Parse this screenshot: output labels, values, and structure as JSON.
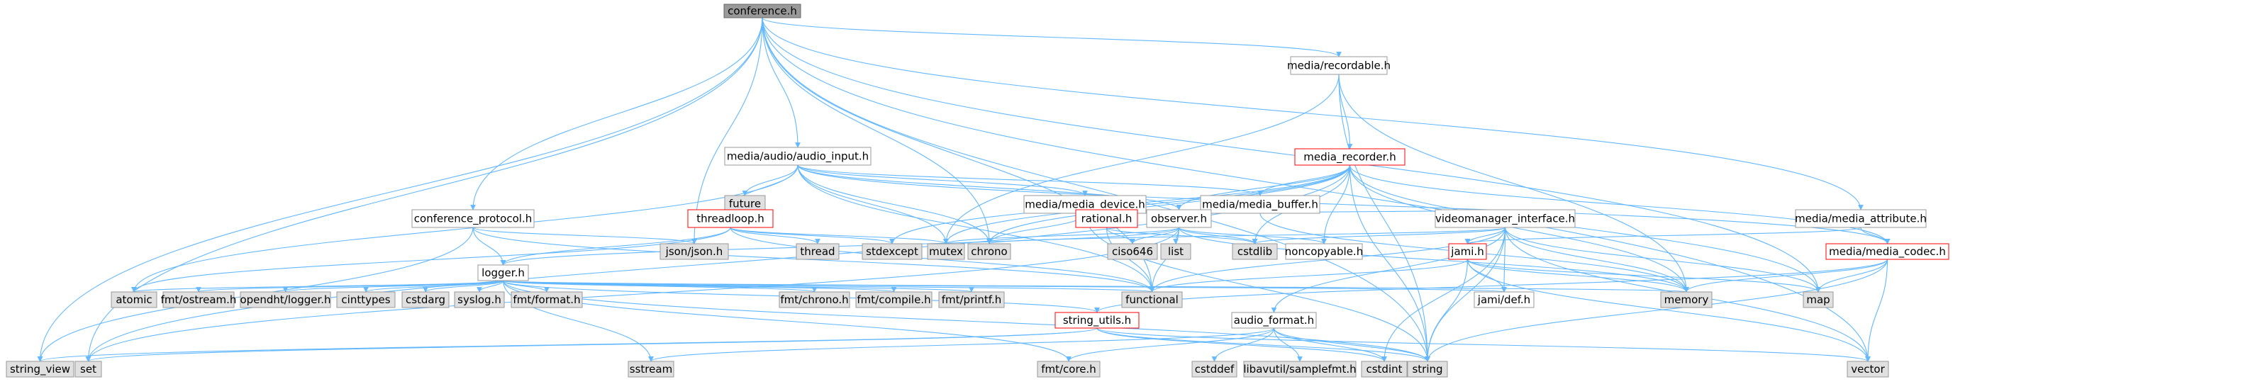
{
  "diagram": {
    "colors": {
      "edge": "#63b8ff",
      "node_fill": "#ffffff",
      "node_border": "#999999",
      "root_fill": "#999999",
      "root_border": "#666666",
      "highlight_border": "#ff0000",
      "external_fill": "#e0e0e0",
      "external_border": "#999999"
    },
    "nodes": [
      {
        "id": "n_conference_h",
        "label": "conference.h",
        "kind": "root"
      },
      {
        "id": "n_media_recordable",
        "label": "media/recordable.h",
        "kind": "file"
      },
      {
        "id": "n_audio_input",
        "label": "media/audio/audio_input.h",
        "kind": "file"
      },
      {
        "id": "n_media_recorder",
        "label": "media_recorder.h",
        "kind": "highlight"
      },
      {
        "id": "n_future",
        "label": "future",
        "kind": "external"
      },
      {
        "id": "n_media_device",
        "label": "media/media_device.h",
        "kind": "file"
      },
      {
        "id": "n_media_buffer",
        "label": "media/media_buffer.h",
        "kind": "file"
      },
      {
        "id": "n_conference_protocol",
        "label": "conference_protocol.h",
        "kind": "file"
      },
      {
        "id": "n_threadloop",
        "label": "threadloop.h",
        "kind": "highlight"
      },
      {
        "id": "n_rational",
        "label": "rational.h",
        "kind": "highlight"
      },
      {
        "id": "n_observer",
        "label": "observer.h",
        "kind": "file"
      },
      {
        "id": "n_videomanager",
        "label": "videomanager_interface.h",
        "kind": "file"
      },
      {
        "id": "n_media_attribute",
        "label": "media/media_attribute.h",
        "kind": "file"
      },
      {
        "id": "n_json",
        "label": "json/json.h",
        "kind": "external"
      },
      {
        "id": "n_thread",
        "label": "thread",
        "kind": "external"
      },
      {
        "id": "n_stdexcept",
        "label": "stdexcept",
        "kind": "external"
      },
      {
        "id": "n_mutex",
        "label": "mutex",
        "kind": "external"
      },
      {
        "id": "n_chrono",
        "label": "chrono",
        "kind": "external"
      },
      {
        "id": "n_ciso646",
        "label": "ciso646",
        "kind": "external"
      },
      {
        "id": "n_list",
        "label": "list",
        "kind": "external"
      },
      {
        "id": "n_cstdlib",
        "label": "cstdlib",
        "kind": "external"
      },
      {
        "id": "n_noncopyable",
        "label": "noncopyable.h",
        "kind": "file"
      },
      {
        "id": "n_jami",
        "label": "jami.h",
        "kind": "highlight"
      },
      {
        "id": "n_media_codec",
        "label": "media/media_codec.h",
        "kind": "highlight"
      },
      {
        "id": "n_logger",
        "label": "logger.h",
        "kind": "file"
      },
      {
        "id": "n_atomic",
        "label": "atomic",
        "kind": "external"
      },
      {
        "id": "n_fmt_ostream",
        "label": "fmt/ostream.h",
        "kind": "external"
      },
      {
        "id": "n_opendht_logger",
        "label": "opendht/logger.h",
        "kind": "external"
      },
      {
        "id": "n_cinttypes",
        "label": "cinttypes",
        "kind": "external"
      },
      {
        "id": "n_cstdarg",
        "label": "cstdarg",
        "kind": "external"
      },
      {
        "id": "n_syslog",
        "label": "syslog.h",
        "kind": "external"
      },
      {
        "id": "n_fmt_format",
        "label": "fmt/format.h",
        "kind": "external"
      },
      {
        "id": "n_fmt_chrono",
        "label": "fmt/chrono.h",
        "kind": "external"
      },
      {
        "id": "n_fmt_compile",
        "label": "fmt/compile.h",
        "kind": "external"
      },
      {
        "id": "n_fmt_printf",
        "label": "fmt/printf.h",
        "kind": "external"
      },
      {
        "id": "n_functional",
        "label": "functional",
        "kind": "external"
      },
      {
        "id": "n_jami_def",
        "label": "jami/def.h",
        "kind": "file"
      },
      {
        "id": "n_memory",
        "label": "memory",
        "kind": "external"
      },
      {
        "id": "n_map",
        "label": "map",
        "kind": "external"
      },
      {
        "id": "n_string_utils",
        "label": "string_utils.h",
        "kind": "highlight"
      },
      {
        "id": "n_audio_format",
        "label": "audio_format.h",
        "kind": "file"
      },
      {
        "id": "n_string_view",
        "label": "string_view",
        "kind": "external"
      },
      {
        "id": "n_set",
        "label": "set",
        "kind": "external"
      },
      {
        "id": "n_sstream",
        "label": "sstream",
        "kind": "external"
      },
      {
        "id": "n_fmt_core",
        "label": "fmt/core.h",
        "kind": "external"
      },
      {
        "id": "n_cstddef",
        "label": "cstddef",
        "kind": "external"
      },
      {
        "id": "n_libavutil",
        "label": "libavutil/samplefmt.h",
        "kind": "external"
      },
      {
        "id": "n_cstdint",
        "label": "cstdint",
        "kind": "external"
      },
      {
        "id": "n_string",
        "label": "string",
        "kind": "external"
      },
      {
        "id": "n_vector",
        "label": "vector",
        "kind": "external"
      }
    ],
    "edges": [
      [
        "n_conference_h",
        "n_media_recordable"
      ],
      [
        "n_conference_h",
        "n_audio_input"
      ],
      [
        "n_conference_h",
        "n_conference_protocol"
      ],
      [
        "n_conference_h",
        "n_media_attribute"
      ],
      [
        "n_conference_h",
        "n_json"
      ],
      [
        "n_conference_h",
        "n_chrono"
      ],
      [
        "n_conference_h",
        "n_functional"
      ],
      [
        "n_conference_h",
        "n_map"
      ],
      [
        "n_conference_h",
        "n_string"
      ],
      [
        "n_conference_h",
        "n_vector"
      ],
      [
        "n_conference_h",
        "n_string_view"
      ],
      [
        "n_conference_h",
        "n_set"
      ],
      [
        "n_media_recordable",
        "n_media_recorder"
      ],
      [
        "n_media_recordable",
        "n_string"
      ],
      [
        "n_media_recordable",
        "n_memory"
      ],
      [
        "n_media_recordable",
        "n_mutex"
      ],
      [
        "n_audio_input",
        "n_future"
      ],
      [
        "n_audio_input",
        "n_media_device"
      ],
      [
        "n_audio_input",
        "n_media_buffer"
      ],
      [
        "n_audio_input",
        "n_threadloop"
      ],
      [
        "n_audio_input",
        "n_observer"
      ],
      [
        "n_audio_input",
        "n_mutex"
      ],
      [
        "n_audio_input",
        "n_chrono"
      ],
      [
        "n_audio_input",
        "n_atomic"
      ],
      [
        "n_audio_input",
        "n_functional"
      ],
      [
        "n_audio_input",
        "n_media_codec"
      ],
      [
        "n_media_recorder",
        "n_media_buffer"
      ],
      [
        "n_media_recorder",
        "n_observer"
      ],
      [
        "n_media_recorder",
        "n_noncopyable"
      ],
      [
        "n_media_recorder",
        "n_stdexcept"
      ],
      [
        "n_media_recorder",
        "n_mutex"
      ],
      [
        "n_media_recorder",
        "n_string"
      ],
      [
        "n_media_recorder",
        "n_memory"
      ],
      [
        "n_media_recorder",
        "n_map"
      ],
      [
        "n_media_recorder",
        "n_set"
      ],
      [
        "n_media_recorder",
        "n_chrono"
      ],
      [
        "n_media_recorder",
        "n_cstdlib"
      ],
      [
        "n_media_recorder",
        "n_media_codec"
      ],
      [
        "n_media_device",
        "n_rational"
      ],
      [
        "n_media_device",
        "n_chrono"
      ],
      [
        "n_media_device",
        "n_string"
      ],
      [
        "n_media_buffer",
        "n_observer"
      ],
      [
        "n_media_buffer",
        "n_videomanager"
      ],
      [
        "n_media_buffer",
        "n_memory"
      ],
      [
        "n_conference_protocol",
        "n_logger"
      ],
      [
        "n_conference_protocol",
        "n_json"
      ],
      [
        "n_conference_protocol",
        "n_string_view"
      ],
      [
        "n_conference_protocol",
        "n_functional"
      ],
      [
        "n_threadloop",
        "n_logger"
      ],
      [
        "n_threadloop",
        "n_thread"
      ],
      [
        "n_threadloop",
        "n_stdexcept"
      ],
      [
        "n_threadloop",
        "n_mutex"
      ],
      [
        "n_threadloop",
        "n_atomic"
      ],
      [
        "n_threadloop",
        "n_functional"
      ],
      [
        "n_rational",
        "n_ciso646"
      ],
      [
        "n_rational",
        "n_cstdlib"
      ],
      [
        "n_rational",
        "n_functional"
      ],
      [
        "n_observer",
        "n_list"
      ],
      [
        "n_observer",
        "n_mutex"
      ],
      [
        "n_observer",
        "n_ciso646"
      ],
      [
        "n_observer",
        "n_cstdlib"
      ],
      [
        "n_observer",
        "n_noncopyable"
      ],
      [
        "n_observer",
        "n_functional"
      ],
      [
        "n_observer",
        "n_memory"
      ],
      [
        "n_observer",
        "n_set"
      ],
      [
        "n_observer",
        "n_logger"
      ],
      [
        "n_videomanager",
        "n_jami"
      ],
      [
        "n_videomanager",
        "n_jami_def"
      ],
      [
        "n_videomanager",
        "n_map"
      ],
      [
        "n_videomanager",
        "n_memory"
      ],
      [
        "n_videomanager",
        "n_string"
      ],
      [
        "n_videomanager",
        "n_vector"
      ],
      [
        "n_videomanager",
        "n_cstdint"
      ],
      [
        "n_videomanager",
        "n_functional"
      ],
      [
        "n_videomanager",
        "n_chrono"
      ],
      [
        "n_videomanager",
        "n_cstdlib"
      ],
      [
        "n_videomanager",
        "n_audio_format"
      ],
      [
        "n_media_attribute",
        "n_media_codec"
      ],
      [
        "n_media_attribute",
        "n_jami"
      ],
      [
        "n_jami",
        "n_jami_def"
      ],
      [
        "n_jami",
        "n_string"
      ],
      [
        "n_jami",
        "n_vector"
      ],
      [
        "n_jami",
        "n_functional"
      ],
      [
        "n_jami",
        "n_map"
      ],
      [
        "n_jami",
        "n_memory"
      ],
      [
        "n_media_codec",
        "n_string"
      ],
      [
        "n_media_codec",
        "n_vector"
      ],
      [
        "n_media_codec",
        "n_map"
      ],
      [
        "n_media_codec",
        "n_memory"
      ],
      [
        "n_media_codec",
        "n_string_utils"
      ],
      [
        "n_logger",
        "n_atomic"
      ],
      [
        "n_logger",
        "n_fmt_ostream"
      ],
      [
        "n_logger",
        "n_opendht_logger"
      ],
      [
        "n_logger",
        "n_cinttypes"
      ],
      [
        "n_logger",
        "n_cstdarg"
      ],
      [
        "n_logger",
        "n_syslog"
      ],
      [
        "n_logger",
        "n_fmt_format"
      ],
      [
        "n_logger",
        "n_fmt_chrono"
      ],
      [
        "n_logger",
        "n_fmt_compile"
      ],
      [
        "n_logger",
        "n_fmt_printf"
      ],
      [
        "n_logger",
        "n_functional"
      ],
      [
        "n_logger",
        "n_jami_def"
      ],
      [
        "n_logger",
        "n_string_utils"
      ],
      [
        "n_logger",
        "n_sstream"
      ],
      [
        "n_logger",
        "n_string"
      ],
      [
        "n_logger",
        "n_fmt_core"
      ],
      [
        "n_logger",
        "n_memory"
      ],
      [
        "n_string_utils",
        "n_string_view"
      ],
      [
        "n_string_utils",
        "n_set"
      ],
      [
        "n_string_utils",
        "n_string"
      ],
      [
        "n_string_utils",
        "n_vector"
      ],
      [
        "n_string_utils",
        "n_cstdint"
      ],
      [
        "n_audio_format",
        "n_fmt_core"
      ],
      [
        "n_audio_format",
        "n_cstddef"
      ],
      [
        "n_audio_format",
        "n_libavutil"
      ],
      [
        "n_audio_format",
        "n_cstdint"
      ],
      [
        "n_audio_format",
        "n_string"
      ],
      [
        "n_audio_format",
        "n_sstream"
      ]
    ]
  }
}
